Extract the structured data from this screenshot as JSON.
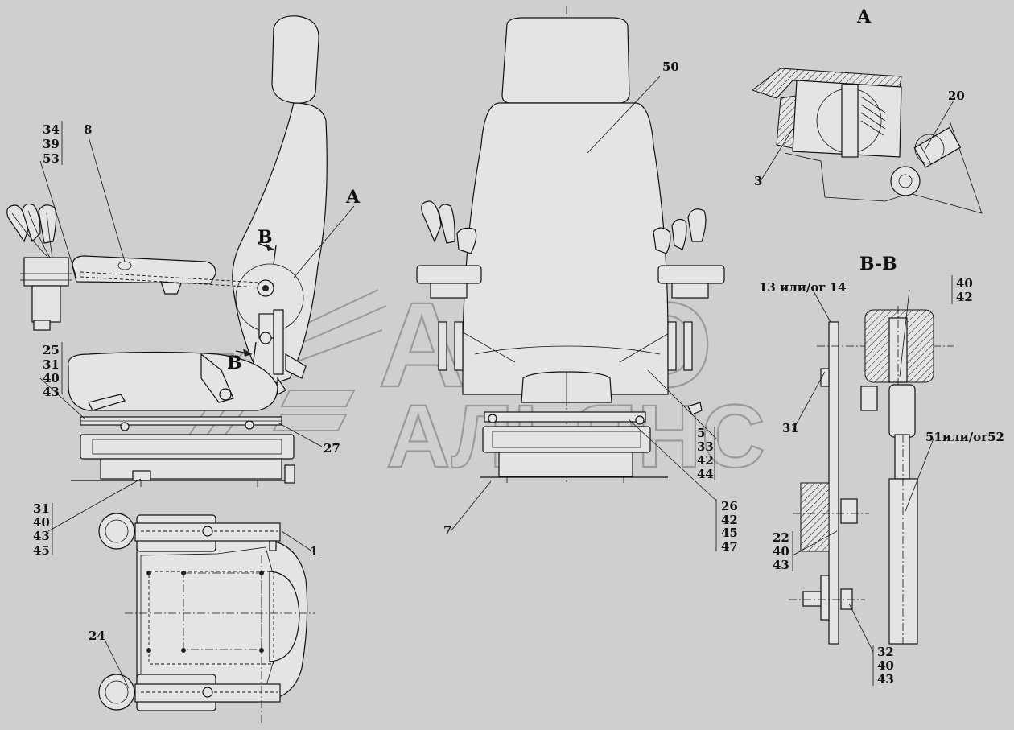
{
  "watermark": {
    "line1": "АВТО",
    "line2": "АЛЬЯНС"
  },
  "views": {
    "detail_a_title": "A",
    "section_bb_title": "B-B",
    "marker_a": "A",
    "marker_b": "B"
  },
  "callouts": {
    "c34": "34",
    "c39": "39",
    "c53": "53",
    "c8": "8",
    "c25": "25",
    "c31a": "31",
    "c40a": "40",
    "c43a": "43",
    "c27": "27",
    "c31b": "31",
    "c40b": "40",
    "c43b": "43",
    "c45b": "45",
    "c1": "1",
    "c24": "24",
    "c50": "50",
    "c7": "7",
    "c5": "5",
    "c33": "33",
    "c42a": "42",
    "c44": "44",
    "c26": "26",
    "c42b": "42",
    "c45c": "45",
    "c47": "47",
    "c20": "20",
    "c3": "3",
    "c13": "13 или/or 14",
    "c40c": "40",
    "c42c": "42",
    "c31c": "31",
    "c51": "51или/or52",
    "c22": "22",
    "c40d": "40",
    "c43d": "43",
    "c32": "32",
    "c40e": "40",
    "c43e": "43"
  }
}
